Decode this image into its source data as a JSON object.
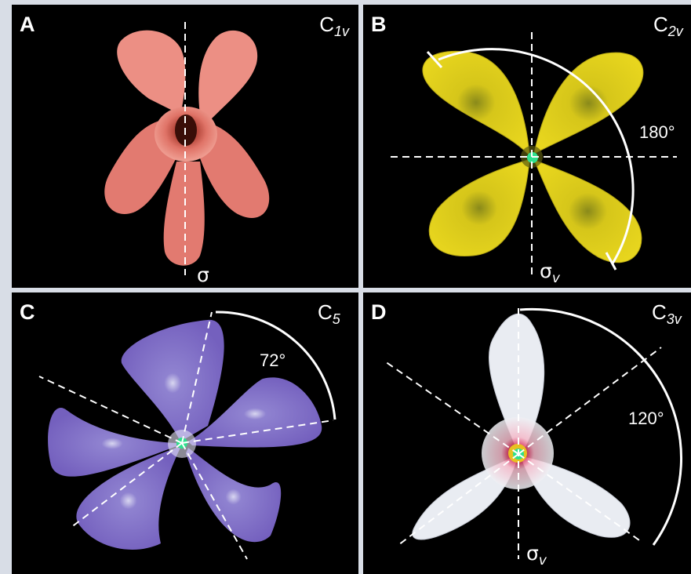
{
  "panels": [
    {
      "letter": "A",
      "symmetry": "C",
      "symmetry_sub": "1v",
      "plane": "σ",
      "plane_sub": "",
      "angle": ""
    },
    {
      "letter": "B",
      "symmetry": "C",
      "symmetry_sub": "2v",
      "plane": "σ",
      "plane_sub": "v",
      "angle": "180°"
    },
    {
      "letter": "C",
      "symmetry": "C",
      "symmetry_sub": "5",
      "plane": "",
      "plane_sub": "",
      "angle": "72°"
    },
    {
      "letter": "D",
      "symmetry": "C",
      "symmetry_sub": "3v",
      "plane": "σ",
      "plane_sub": "v",
      "angle": "120°"
    }
  ],
  "colors": {
    "background": "#000000",
    "snapdragon": "#e0766e",
    "mustard": "#e6d21a",
    "periwinkle": "#7b6bc4",
    "trillium": "#eef0f4",
    "center_marker": "#2ee08e"
  }
}
